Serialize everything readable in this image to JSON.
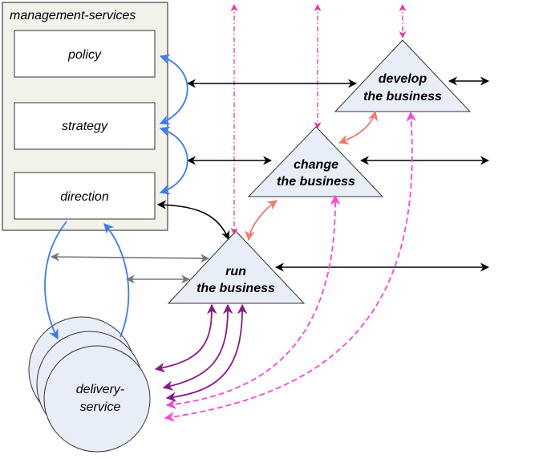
{
  "panel": {
    "title": "management-services"
  },
  "boxes": [
    {
      "id": "policy",
      "label": "policy"
    },
    {
      "id": "strategy",
      "label": "strategy"
    },
    {
      "id": "direction",
      "label": "direction"
    }
  ],
  "triangles": [
    {
      "id": "develop",
      "line1": "develop",
      "line2": "the business"
    },
    {
      "id": "change",
      "line1": "change",
      "line2": "the business"
    },
    {
      "id": "run",
      "line1": "run",
      "line2": "the business"
    }
  ],
  "delivery": {
    "line1": "delivery-",
    "line2": "service"
  },
  "colors": {
    "panel_fill": "#f2f2ea",
    "node_fill": "#e8eef8",
    "blue": "#3a7bf0",
    "black": "#000000",
    "gray": "#777777",
    "salmon": "#f07a72",
    "magenta": "#ff44dd",
    "pink": "#ee3399",
    "purple": "#8a1a8a"
  }
}
